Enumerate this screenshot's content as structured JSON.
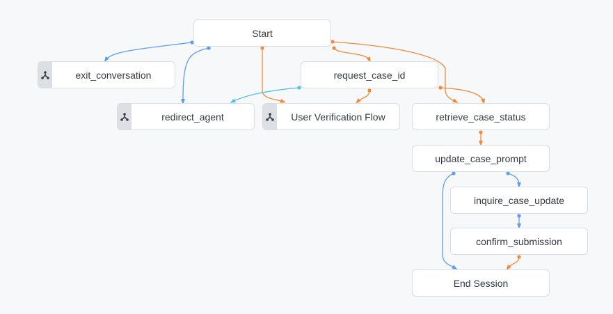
{
  "colors": {
    "background": "#f7f8fa",
    "edge_blue": "#5b9cf0",
    "edge_orange": "#f0893a",
    "edge_cyan": "#4fc1e0",
    "flow_badge": "#dcdfe4"
  },
  "nodes": {
    "start": {
      "label": "Start"
    },
    "exit_conversation": {
      "label": "exit_conversation",
      "icon": "flow-icon"
    },
    "request_case_id": {
      "label": "request_case_id"
    },
    "redirect_agent": {
      "label": "redirect_agent",
      "icon": "flow-icon"
    },
    "user_verification_flow": {
      "label": "User Verification Flow",
      "icon": "flow-icon"
    },
    "retrieve_case_status": {
      "label": "retrieve_case_status"
    },
    "update_case_prompt": {
      "label": "update_case_prompt"
    },
    "inquire_case_update": {
      "label": "inquire_case_update"
    },
    "confirm_submission": {
      "label": "confirm_submission"
    },
    "end_session": {
      "label": "End Session"
    }
  },
  "edges": [
    {
      "from": "start",
      "to": "exit_conversation",
      "color": "blue"
    },
    {
      "from": "start",
      "to": "redirect_agent",
      "color": "blue"
    },
    {
      "from": "start",
      "to": "user_verification_flow",
      "color": "orange"
    },
    {
      "from": "start",
      "to": "request_case_id",
      "color": "orange"
    },
    {
      "from": "start",
      "to": "retrieve_case_status",
      "color": "orange"
    },
    {
      "from": "request_case_id",
      "to": "redirect_agent",
      "color": "cyan"
    },
    {
      "from": "request_case_id",
      "to": "user_verification_flow",
      "color": "orange"
    },
    {
      "from": "request_case_id",
      "to": "retrieve_case_status",
      "color": "orange"
    },
    {
      "from": "retrieve_case_status",
      "to": "update_case_prompt",
      "color": "orange"
    },
    {
      "from": "update_case_prompt",
      "to": "inquire_case_update",
      "color": "blue"
    },
    {
      "from": "update_case_prompt",
      "to": "end_session",
      "color": "blue"
    },
    {
      "from": "inquire_case_update",
      "to": "confirm_submission",
      "color": "blue"
    },
    {
      "from": "confirm_submission",
      "to": "end_session",
      "color": "orange"
    }
  ]
}
